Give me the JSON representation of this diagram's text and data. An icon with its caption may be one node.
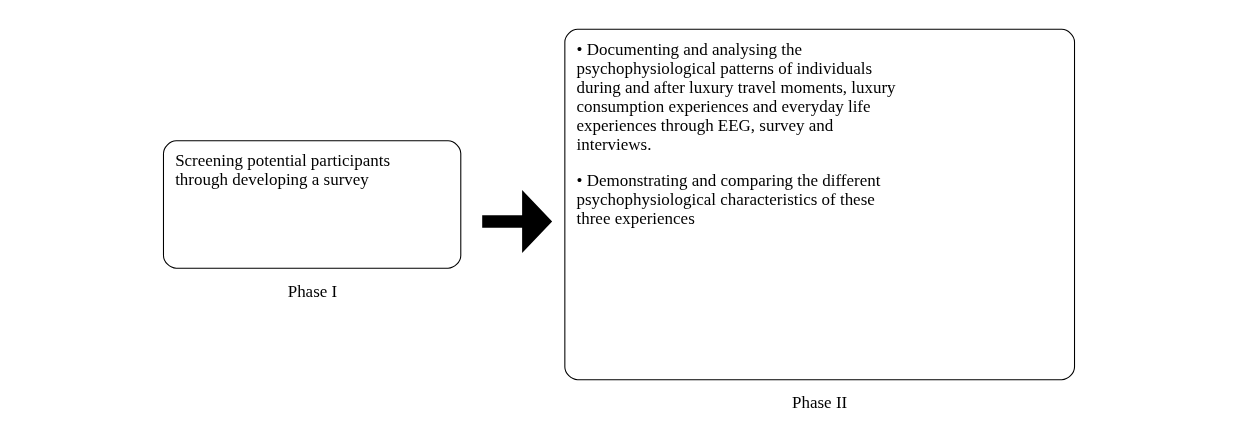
{
  "diagram": {
    "nodes": [
      {
        "text": [
          "Screening potential participants through developing a survey"
        ],
        "beside": [
          "Phase I"
        ]
      },
      {
        "text": [
          "• Documenting and analysing the psychophysiological patterns of individuals during and after luxury travel moments, luxury consumption experiences and everyday life experiences through EEG, survey and interviews.",
          "• Demonstrating and comparing the different psychophysiological characteristics of these three experiences"
        ],
        "beside": [
          "Phase II"
        ]
      }
    ],
    "edges": [
      {
        "from": 0,
        "to": 1,
        "arrow": "to"
      }
    ]
  }
}
